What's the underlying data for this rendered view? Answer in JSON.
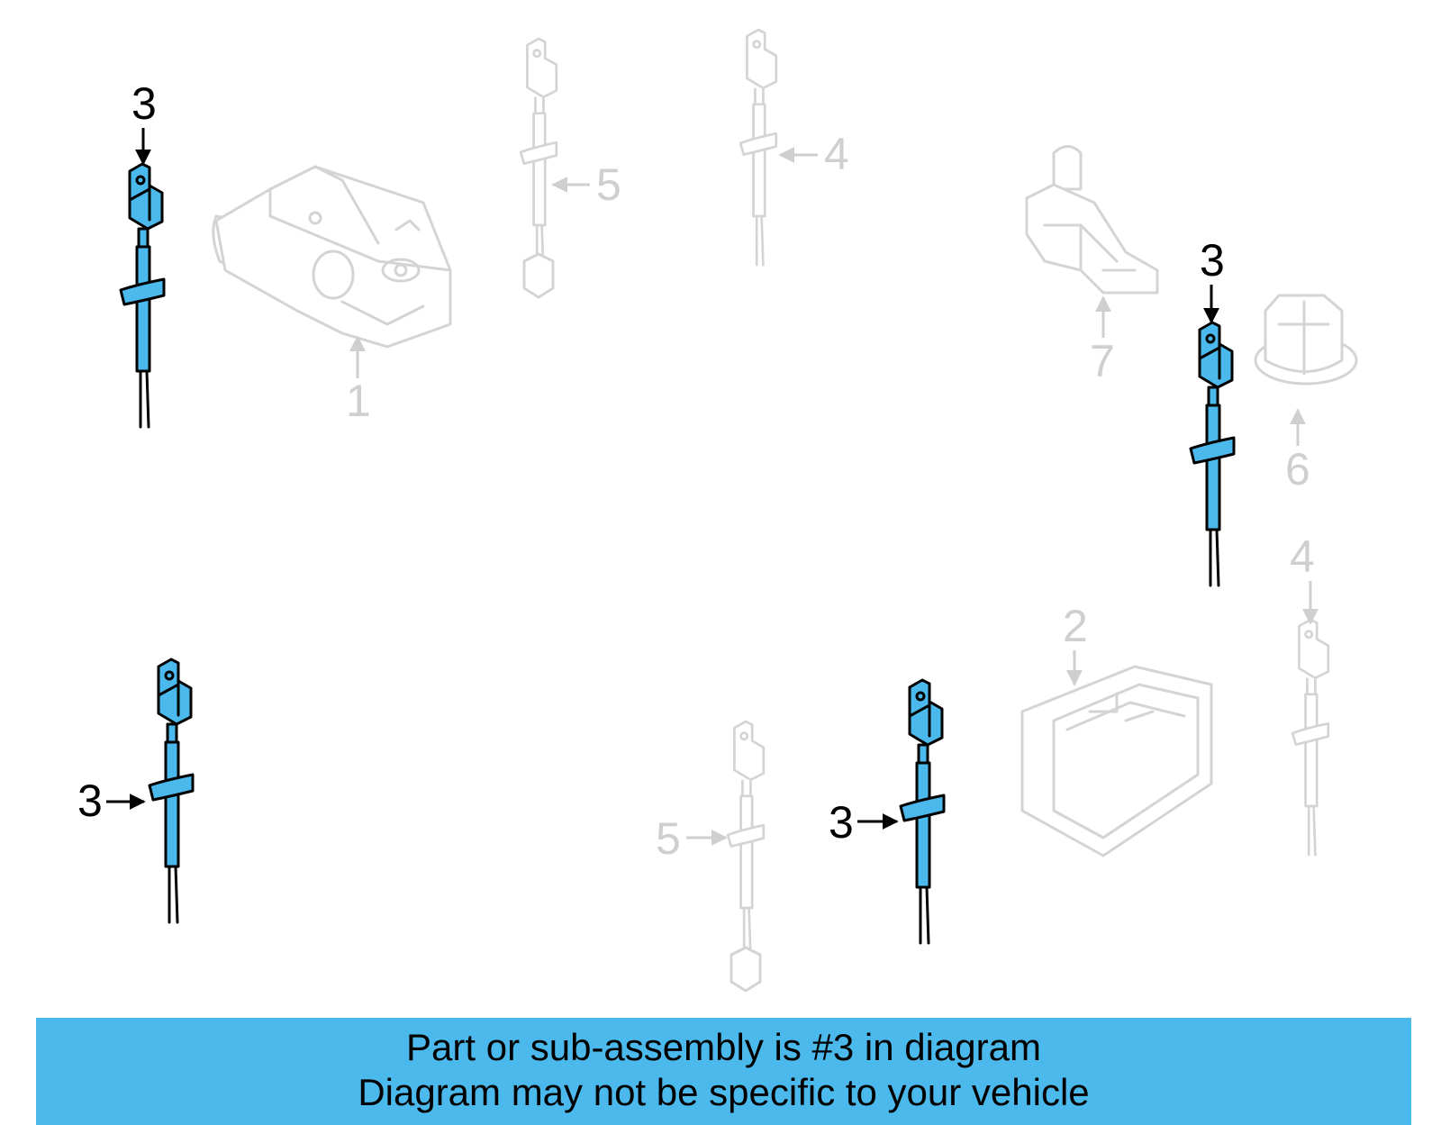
{
  "callouts": {
    "c1": "1",
    "c2": "2",
    "c3": "3",
    "c4": "4",
    "c5": "5",
    "c6": "6",
    "c7": "7"
  },
  "highlight_color": "#4cb9ec",
  "ghost_color": "#d4d4d4",
  "banner": {
    "line1": "Part or sub-assembly is #3 in diagram",
    "line2": "Diagram may not be specific to your vehicle"
  }
}
